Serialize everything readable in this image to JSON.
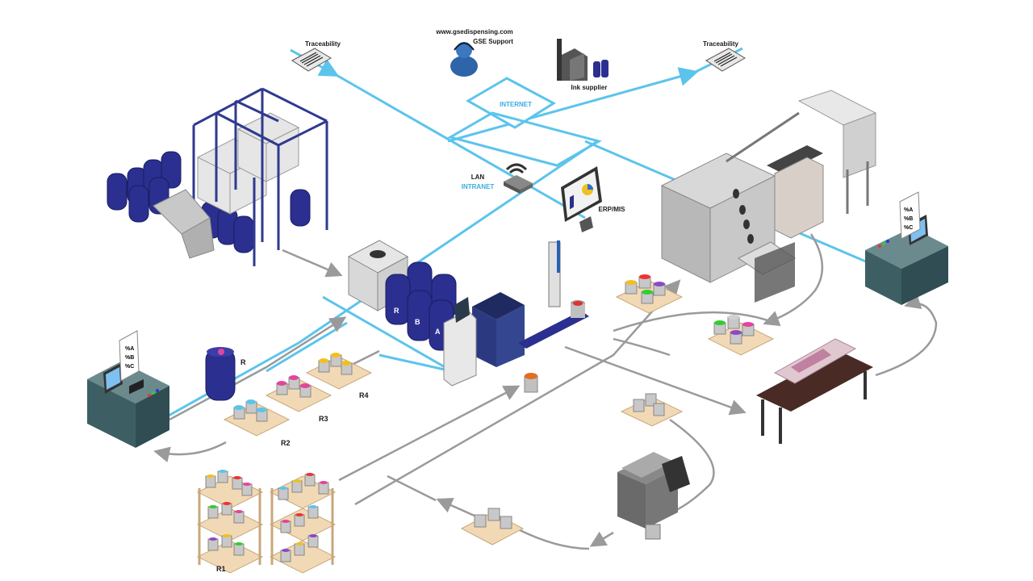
{
  "network": {
    "gse_url": "www.gsedispensing.com",
    "gse_support": "GSE Support",
    "ink_supplier": "Ink supplier",
    "traceability_left": "Traceability",
    "traceability_right": "Traceability",
    "internet": "INTERNET",
    "lan": "LAN",
    "intranet": "INTRANET",
    "erp_mis": "ERP/MIS"
  },
  "dispenser": {
    "tank_r": "R",
    "tank_b": "B",
    "tank_a": "A"
  },
  "storage": {
    "drum_r": "R",
    "pallet_r2": "R2",
    "pallet_r3": "R3",
    "pallet_r4": "R4",
    "rack_r1": "R1"
  },
  "formula_card": {
    "line1": "%A",
    "line2": "%B",
    "line3": "%C"
  },
  "colors": {
    "network_line": "#5cc4ec",
    "flow_line": "#9a9a9a",
    "internet_text": "#3aaee0",
    "drum_blue": "#2b2f8f",
    "pallet": "#f2d9b5",
    "workstation": "#2f5a5f"
  }
}
